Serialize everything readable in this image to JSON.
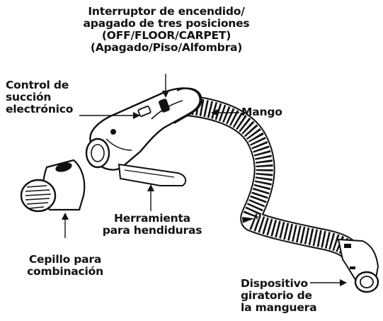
{
  "labels": {
    "switch": {
      "lines": [
        "Interruptor de encendido/",
        "apagado de tres posiciones",
        "(OFF/FLOOR/CARPET)",
        "(Apagado/Piso/Alfombra)"
      ]
    },
    "suction": {
      "lines": [
        "Control de",
        "succión",
        "electrónico"
      ]
    },
    "handle": {
      "lines": [
        "Mango"
      ]
    },
    "crevice": {
      "lines": [
        "Herramienta",
        "para hendiduras"
      ]
    },
    "brush": {
      "lines": [
        "Cepillo para",
        "combinación"
      ]
    },
    "swivel": {
      "lines": [
        "Dispositivo",
        "giratorio de",
        "la manguera"
      ]
    }
  },
  "colors": {
    "ink": "#111111",
    "paper": "#ffffff"
  }
}
